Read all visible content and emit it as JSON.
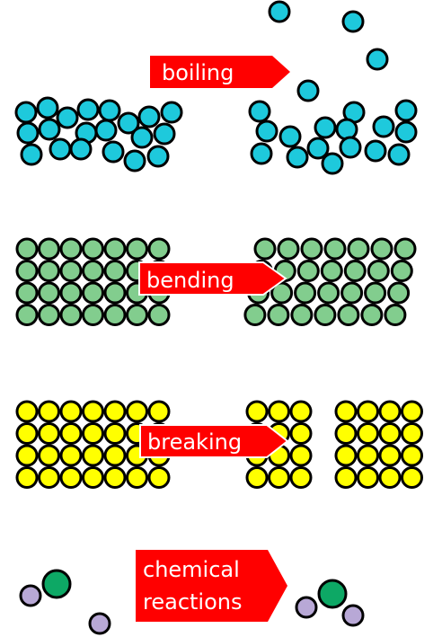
{
  "colors": {
    "boiling": "#1ec9dc",
    "bending": "#82cd8e",
    "breaking": "#ffff00",
    "chemical_large": "#0da865",
    "chemical_small": "#b8a8d6",
    "arrow": "#ff0000",
    "outline": "#000000"
  },
  "labels": {
    "boiling": "boiling",
    "bending": "bending",
    "breaking": "breaking",
    "chemical_line1": "chemical",
    "chemical_line2": "reactions"
  }
}
